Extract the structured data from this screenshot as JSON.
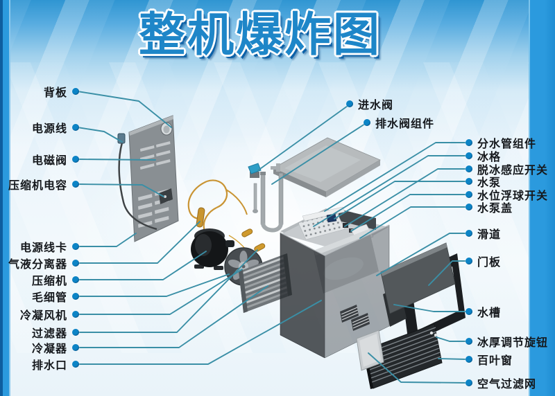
{
  "title": "整机爆炸图",
  "colors": {
    "leader_dot": "#0c84c6",
    "leader_line": "#3a8fa6",
    "title_blue": "#1e86c8",
    "side_bar_blue": "#2b9ade",
    "left_bar_dark": "#0e5e9f"
  },
  "labels": {
    "left": [
      {
        "name": "back-panel",
        "text": "背板"
      },
      {
        "name": "power-cord",
        "text": "电源线"
      },
      {
        "name": "solenoid-valve",
        "text": "电磁阀"
      },
      {
        "name": "compressor-capacitor",
        "text": "压缩机电容"
      },
      {
        "name": "power-cord-clip",
        "text": "电源线卡"
      },
      {
        "name": "gas-liquid-separator",
        "text": "气液分离器"
      },
      {
        "name": "compressor",
        "text": "压缩机"
      },
      {
        "name": "capillary-tube",
        "text": "毛细管"
      },
      {
        "name": "condenser-fan",
        "text": "冷凝风机"
      },
      {
        "name": "filter",
        "text": "过滤器"
      },
      {
        "name": "condenser",
        "text": "冷凝器"
      },
      {
        "name": "drain-outlet",
        "text": "排水口"
      }
    ],
    "top": [
      {
        "name": "water-inlet-valve",
        "text": "进水阀"
      },
      {
        "name": "drain-valve-assembly",
        "text": "排水阀组件"
      }
    ],
    "right": [
      {
        "name": "water-distributor",
        "text": "分水管组件"
      },
      {
        "name": "ice-grid",
        "text": "冰格"
      },
      {
        "name": "deice-sensor-switch",
        "text": "脱冰感应开关"
      },
      {
        "name": "water-pump",
        "text": "水泵"
      },
      {
        "name": "float-switch",
        "text": "水位浮球开关"
      },
      {
        "name": "pump-cover",
        "text": "水泵盖"
      },
      {
        "name": "slide",
        "text": "滑道"
      },
      {
        "name": "door-panel",
        "text": "门板"
      },
      {
        "name": "water-tank",
        "text": "水槽"
      },
      {
        "name": "ice-thickness-knob",
        "text": "冰厚调节旋钮"
      },
      {
        "name": "louver",
        "text": "百叶窗"
      },
      {
        "name": "air-filter",
        "text": "空气过滤网"
      }
    ]
  }
}
